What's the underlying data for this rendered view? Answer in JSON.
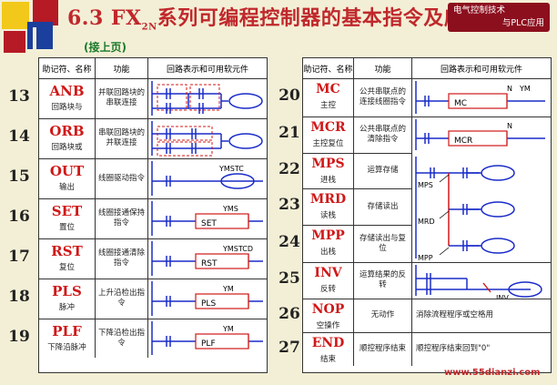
{
  "title": {
    "main": "6.3 FX",
    "sub": "2N",
    "rest": "系列可编程控制器的基本指令及应用"
  },
  "badge": {
    "line1": "电气控制技术",
    "line2": "与PLC应用"
  },
  "subtitle": "(接上页)",
  "headers": {
    "mnemonic": "助记符、名称",
    "function": "功能",
    "circuit": "回路表示和可用软元件"
  },
  "left_rows": [
    {
      "num": "13",
      "mnemonic": "ANB",
      "name": "回路块与",
      "function": "并联回路块的串联连接"
    },
    {
      "num": "14",
      "mnemonic": "ORB",
      "name": "回路块或",
      "function": "串联回路块的并联连接"
    },
    {
      "num": "15",
      "mnemonic": "OUT",
      "name": "输出",
      "function": "线圈驱动指令",
      "label": "YMSTC"
    },
    {
      "num": "16",
      "mnemonic": "SET",
      "name": "置位",
      "function": "线圈接通保持指令",
      "label": "YMS",
      "box": "SET"
    },
    {
      "num": "17",
      "mnemonic": "RST",
      "name": "复位",
      "function": "线圈接通清除指令",
      "label": "YMSTCD",
      "box": "RST"
    },
    {
      "num": "18",
      "mnemonic": "PLS",
      "name": "脉冲",
      "function": "上升沿检出指令",
      "label": "YM",
      "box": "PLS"
    },
    {
      "num": "19",
      "mnemonic": "PLF",
      "name": "下降沿脉冲",
      "function": "下降沿检出指令",
      "label": "YM",
      "box": "PLF"
    }
  ],
  "right_rows": [
    {
      "num": "20",
      "mnemonic": "MC",
      "name": "主控",
      "function": "公共串联点的连接线圈指令",
      "box": "MC",
      "labels": [
        "N",
        "YM"
      ]
    },
    {
      "num": "21",
      "mnemonic": "MCR",
      "name": "主控复位",
      "function": "公共串联点的清除指令",
      "box": "MCR",
      "labels": [
        "N"
      ]
    },
    {
      "num": "22",
      "mnemonic": "MPS",
      "name": "进栈",
      "function": "运算存储",
      "tag": "MPS"
    },
    {
      "num": "23",
      "mnemonic": "MRD",
      "name": "读栈",
      "function": "存储读出",
      "tag": "MRD"
    },
    {
      "num": "24",
      "mnemonic": "MPP",
      "name": "出栈",
      "function": "存储读出与复位",
      "tag": "MPP"
    },
    {
      "num": "25",
      "mnemonic": "INV",
      "name": "反转",
      "function": "运算结果的反转",
      "box": "INV"
    },
    {
      "num": "26",
      "mnemonic": "NOP",
      "name": "空操作",
      "function": "无动作",
      "circuit_text": "消除流程程序或空格用"
    },
    {
      "num": "27",
      "mnemonic": "END",
      "name": "结束",
      "function": "顺控程序结束",
      "circuit_text": "顺控程序结束回到\"0\""
    }
  ],
  "site": "www.55dianzi.com",
  "colors": {
    "accent": "#c0282c",
    "mnemonic": "#d01818",
    "ladder": "#1a2cc8",
    "subtitle": "#1a7a2a",
    "badge": "#8c0f1e"
  }
}
